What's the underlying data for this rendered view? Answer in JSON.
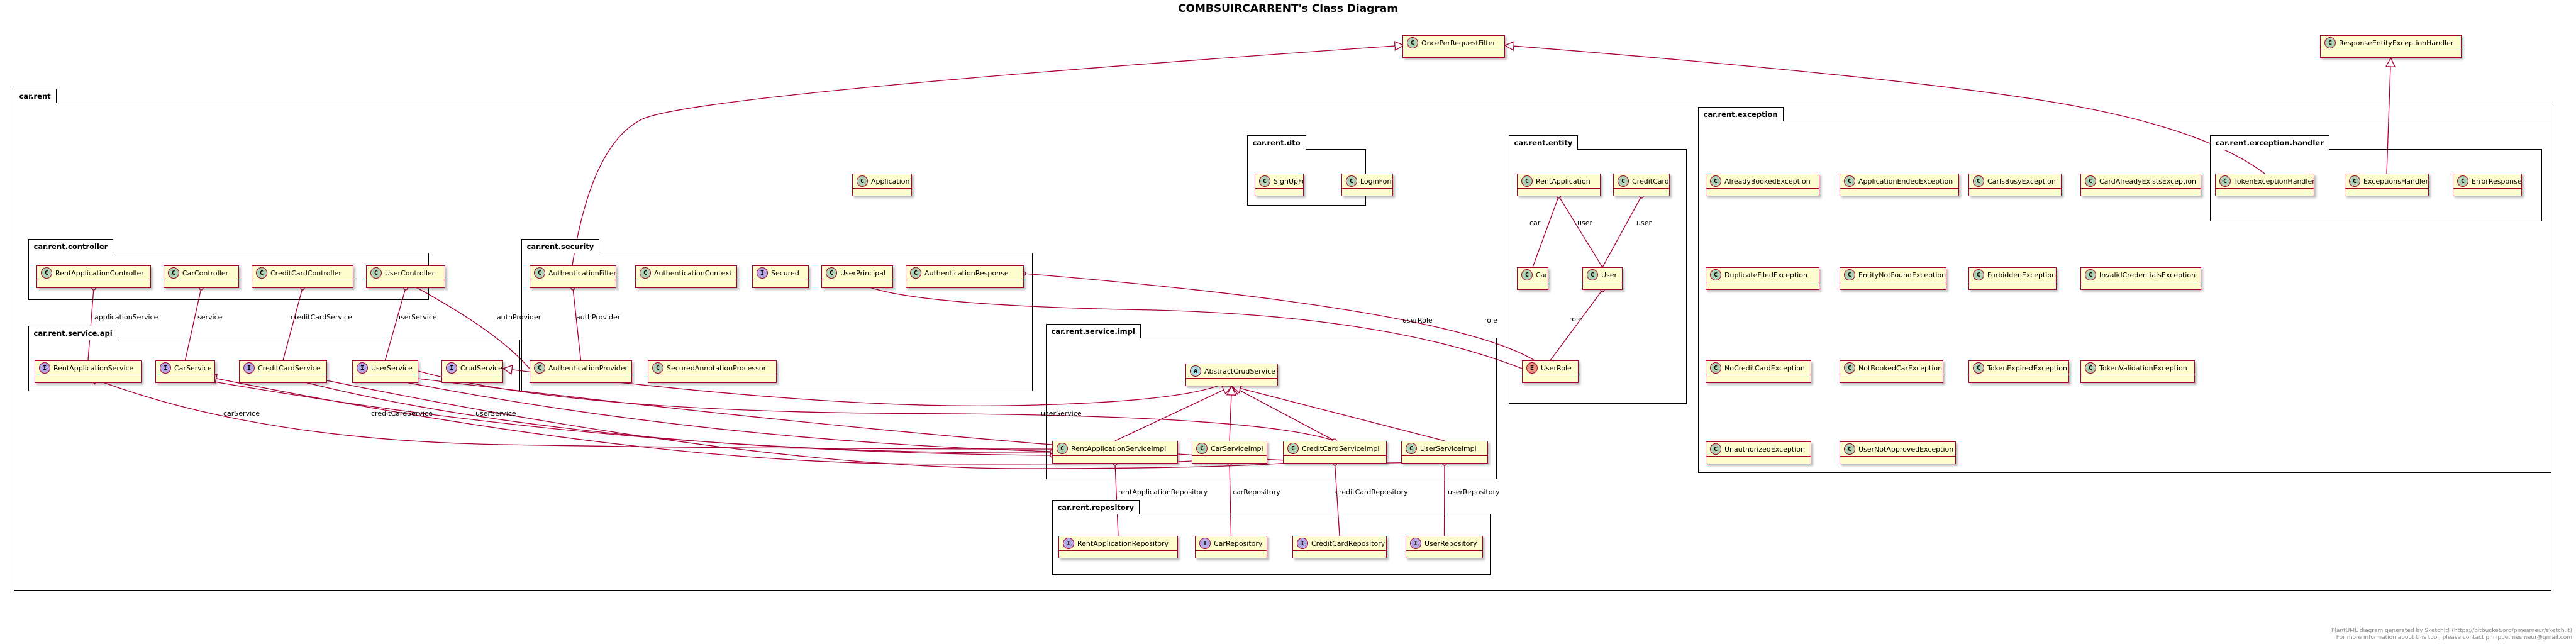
{
  "title": "COMBSUIRCARRENT's Class Diagram",
  "colors": {
    "class_fill": "#fefece",
    "class_border": "#a80036",
    "edge": "#a80036",
    "stereo_class": "#add1b2",
    "stereo_interface": "#b4a7e5",
    "stereo_abstract": "#a9dcdf",
    "stereo_enum": "#eb937f"
  },
  "packages": {
    "root": "car.rent",
    "controller": "car.rent.controller",
    "service_api": "car.rent.service.api",
    "security": "car.rent.security",
    "dto": "car.rent.dto",
    "entity": "car.rent.entity",
    "service_impl": "car.rent.service.impl",
    "repository": "car.rent.repository",
    "exception": "car.rent.exception",
    "exception_handler": "car.rent.exception.handler"
  },
  "classes": {
    "OncePerRequestFilter": {
      "name": "OncePerRequestFilter",
      "stereo": "C"
    },
    "ResponseEntityExceptionHandler": {
      "name": "ResponseEntityExceptionHandler",
      "stereo": "C"
    },
    "Application": {
      "name": "Application",
      "stereo": "C"
    },
    "RentApplicationController": {
      "name": "RentApplicationController",
      "stereo": "C"
    },
    "CarController": {
      "name": "CarController",
      "stereo": "C"
    },
    "CreditCardController": {
      "name": "CreditCardController",
      "stereo": "C"
    },
    "UserController": {
      "name": "UserController",
      "stereo": "C"
    },
    "RentApplicationService": {
      "name": "RentApplicationService",
      "stereo": "I"
    },
    "CarService": {
      "name": "CarService",
      "stereo": "I"
    },
    "CreditCardService": {
      "name": "CreditCardService",
      "stereo": "I"
    },
    "UserService": {
      "name": "UserService",
      "stereo": "I"
    },
    "CrudService": {
      "name": "CrudService",
      "stereo": "I"
    },
    "AuthenticationFilter": {
      "name": "AuthenticationFilter",
      "stereo": "C"
    },
    "AuthenticationContext": {
      "name": "AuthenticationContext",
      "stereo": "C"
    },
    "Secured": {
      "name": "Secured",
      "stereo": "I"
    },
    "UserPrincipal": {
      "name": "UserPrincipal",
      "stereo": "C"
    },
    "AuthenticationResponse": {
      "name": "AuthenticationResponse",
      "stereo": "C"
    },
    "AuthenticationProvider": {
      "name": "AuthenticationProvider",
      "stereo": "C"
    },
    "SecuredAnnotationProcessor": {
      "name": "SecuredAnnotationProcessor",
      "stereo": "C"
    },
    "SignUpForm": {
      "name": "SignUpForm",
      "stereo": "C"
    },
    "LoginForm": {
      "name": "LoginForm",
      "stereo": "C"
    },
    "RentApplication": {
      "name": "RentApplication",
      "stereo": "C"
    },
    "CreditCard": {
      "name": "CreditCard",
      "stereo": "C"
    },
    "Car": {
      "name": "Car",
      "stereo": "C"
    },
    "User": {
      "name": "User",
      "stereo": "C"
    },
    "UserRole": {
      "name": "UserRole",
      "stereo": "E"
    },
    "AbstractCrudService": {
      "name": "AbstractCrudService",
      "stereo": "A"
    },
    "RentApplicationServiceImpl": {
      "name": "RentApplicationServiceImpl",
      "stereo": "C"
    },
    "CarServiceImpl": {
      "name": "CarServiceImpl",
      "stereo": "C"
    },
    "CreditCardServiceImpl": {
      "name": "CreditCardServiceImpl",
      "stereo": "C"
    },
    "UserServiceImpl": {
      "name": "UserServiceImpl",
      "stereo": "C"
    },
    "RentApplicationRepository": {
      "name": "RentApplicationRepository",
      "stereo": "I"
    },
    "CarRepository": {
      "name": "CarRepository",
      "stereo": "I"
    },
    "CreditCardRepository": {
      "name": "CreditCardRepository",
      "stereo": "I"
    },
    "UserRepository": {
      "name": "UserRepository",
      "stereo": "I"
    },
    "AlreadyBookedException": {
      "name": "AlreadyBookedException",
      "stereo": "C"
    },
    "ApplicationEndedException": {
      "name": "ApplicationEndedException",
      "stereo": "C"
    },
    "CarIsBusyException": {
      "name": "CarIsBusyException",
      "stereo": "C"
    },
    "CardAlreadyExistsException": {
      "name": "CardAlreadyExistsException",
      "stereo": "C"
    },
    "DuplicateFiledException": {
      "name": "DuplicateFiledException",
      "stereo": "C"
    },
    "EntityNotFoundException": {
      "name": "EntityNotFoundException",
      "stereo": "C"
    },
    "ForbiddenException": {
      "name": "ForbiddenException",
      "stereo": "C"
    },
    "InvalidCredentialsException": {
      "name": "InvalidCredentialsException",
      "stereo": "C"
    },
    "NoCreditCardException": {
      "name": "NoCreditCardException",
      "stereo": "C"
    },
    "NotBookedCarException": {
      "name": "NotBookedCarException",
      "stereo": "C"
    },
    "TokenExpiredException": {
      "name": "TokenExpiredException",
      "stereo": "C"
    },
    "TokenValidationException": {
      "name": "TokenValidationException",
      "stereo": "C"
    },
    "UnauthorizedException": {
      "name": "UnauthorizedException",
      "stereo": "C"
    },
    "UserNotApprovedException": {
      "name": "UserNotApprovedException",
      "stereo": "C"
    },
    "TokenExceptionHandler": {
      "name": "TokenExceptionHandler",
      "stereo": "C"
    },
    "ExceptionsHandler": {
      "name": "ExceptionsHandler",
      "stereo": "C"
    },
    "ErrorResponse": {
      "name": "ErrorResponse",
      "stereo": "C"
    }
  },
  "edges": [
    {
      "from": "AuthenticationFilter",
      "to": "OncePerRequestFilter",
      "kind": "extends",
      "label": ""
    },
    {
      "from": "TokenExceptionHandler",
      "to": "OncePerRequestFilter",
      "kind": "extends",
      "label": ""
    },
    {
      "from": "ExceptionsHandler",
      "to": "ResponseEntityExceptionHandler",
      "kind": "extends",
      "label": ""
    },
    {
      "from": "RentApplicationController",
      "to": "RentApplicationService",
      "kind": "assoc",
      "label": "applicationService"
    },
    {
      "from": "CarController",
      "to": "CarService",
      "kind": "assoc",
      "label": "service"
    },
    {
      "from": "CreditCardController",
      "to": "CreditCardService",
      "kind": "assoc",
      "label": "creditCardService"
    },
    {
      "from": "UserController",
      "to": "UserService",
      "kind": "assoc",
      "label": "userService"
    },
    {
      "from": "UserController",
      "to": "AuthenticationProvider",
      "kind": "assoc",
      "label": "authProvider"
    },
    {
      "from": "AuthenticationFilter",
      "to": "AuthenticationProvider",
      "kind": "assoc",
      "label": "authProvider"
    },
    {
      "from": "UserPrincipal",
      "to": "UserRole",
      "kind": "assoc",
      "label": "userRole"
    },
    {
      "from": "AuthenticationResponse",
      "to": "UserRole",
      "kind": "assoc",
      "label": "role"
    },
    {
      "from": "RentApplication",
      "to": "Car",
      "kind": "assoc",
      "label": "car"
    },
    {
      "from": "RentApplication",
      "to": "User",
      "kind": "assoc",
      "label": "user"
    },
    {
      "from": "CreditCard",
      "to": "User",
      "kind": "assoc",
      "label": "user"
    },
    {
      "from": "User",
      "to": "UserRole",
      "kind": "assoc",
      "label": "role"
    },
    {
      "from": "RentApplicationServiceImpl",
      "to": "AbstractCrudService",
      "kind": "extends",
      "label": ""
    },
    {
      "from": "CarServiceImpl",
      "to": "AbstractCrudService",
      "kind": "extends",
      "label": ""
    },
    {
      "from": "CreditCardServiceImpl",
      "to": "AbstractCrudService",
      "kind": "extends",
      "label": ""
    },
    {
      "from": "UserServiceImpl",
      "to": "AbstractCrudService",
      "kind": "extends",
      "label": ""
    },
    {
      "from": "AbstractCrudService",
      "to": "CrudService",
      "kind": "implements",
      "label": ""
    },
    {
      "from": "RentApplicationServiceImpl",
      "to": "RentApplicationService",
      "kind": "implements",
      "label": ""
    },
    {
      "from": "CarServiceImpl",
      "to": "CarService",
      "kind": "implements",
      "label": ""
    },
    {
      "from": "CreditCardServiceImpl",
      "to": "CreditCardService",
      "kind": "implements",
      "label": ""
    },
    {
      "from": "UserServiceImpl",
      "to": "UserService",
      "kind": "implements",
      "label": ""
    },
    {
      "from": "RentApplicationServiceImpl",
      "to": "CarService",
      "kind": "assoc",
      "label": "carService"
    },
    {
      "from": "RentApplicationServiceImpl",
      "to": "CreditCardService",
      "kind": "assoc",
      "label": "creditCardService"
    },
    {
      "from": "RentApplicationServiceImpl",
      "to": "UserService",
      "kind": "assoc",
      "label": "userService"
    },
    {
      "from": "CreditCardServiceImpl",
      "to": "UserService",
      "kind": "assoc",
      "label": "userService"
    },
    {
      "from": "RentApplicationServiceImpl",
      "to": "RentApplicationRepository",
      "kind": "assoc",
      "label": "rentApplicationRepository"
    },
    {
      "from": "CarServiceImpl",
      "to": "CarRepository",
      "kind": "assoc",
      "label": "carRepository"
    },
    {
      "from": "CreditCardServiceImpl",
      "to": "CreditCardRepository",
      "kind": "assoc",
      "label": "creditCardRepository"
    },
    {
      "from": "UserServiceImpl",
      "to": "UserRepository",
      "kind": "assoc",
      "label": "userRepository"
    }
  ],
  "footer": {
    "line1": "PlantUML diagram generated by SketchIt! (https://bitbucket.org/pmesmeur/sketch.it)",
    "line2": "For more information about this tool, please contact philippe.mesmeur@gmail.com"
  }
}
